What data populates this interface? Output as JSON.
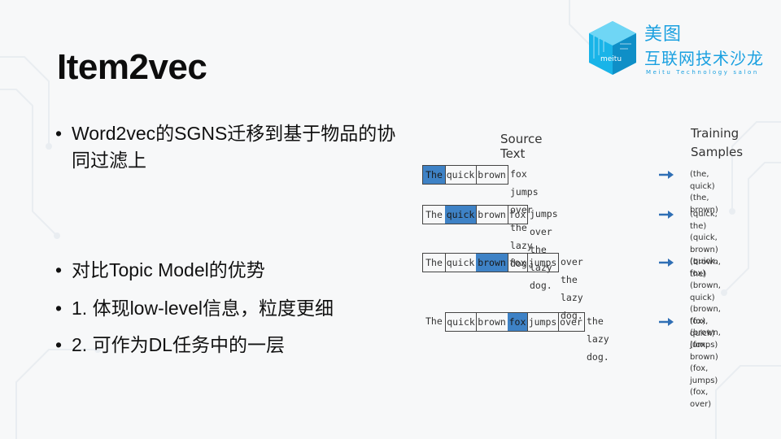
{
  "slide": {
    "title": "Item2vec",
    "bullets": [
      "Word2vec的SGNS迁移到基于物品的协同过滤上",
      "对比Topic Model的优势",
      "1. 体现low-level信息，粒度更细",
      "2. 可作为DL任务中的一层"
    ],
    "bullet_symbol": "•"
  },
  "logo": {
    "cube_text": "meitu",
    "cn_line1": "美图",
    "cn_line2": "互联网技术沙龙",
    "en_line": "Meitu Technology salon"
  },
  "diagram": {
    "source_header": "Source Text",
    "training_header_line1": "Training",
    "training_header_line2": "Samples",
    "rows": [
      {
        "words": [
          "The",
          "quick",
          "brown"
        ],
        "center": 0,
        "rest": "fox jumps over the lazy dog.",
        "samples": [
          "(the, quick)",
          "(the, brown)"
        ]
      },
      {
        "words": [
          "The",
          "quick",
          "brown",
          "fox"
        ],
        "center": 1,
        "rest": "jumps over the lazy dog.",
        "samples": [
          "(quick, the)",
          "(quick, brown)",
          "(quick, fox)"
        ]
      },
      {
        "words": [
          "The",
          "quick",
          "brown",
          "fox",
          "jumps"
        ],
        "center": 2,
        "rest": "over the lazy dog.",
        "samples": [
          "(brown, the)",
          "(brown, quick)",
          "(brown, fox)",
          "(brown, jumps)"
        ]
      },
      {
        "lead": "The",
        "words": [
          "quick",
          "brown",
          "fox",
          "jumps",
          "over"
        ],
        "center": 2,
        "rest": "the lazy dog.",
        "samples": [
          "(fox, quick)",
          "(fox, brown)",
          "(fox, jumps)",
          "(fox, over)"
        ]
      }
    ],
    "accent_color": "#3e82c6",
    "arrow_color": "#2f6fb5"
  }
}
